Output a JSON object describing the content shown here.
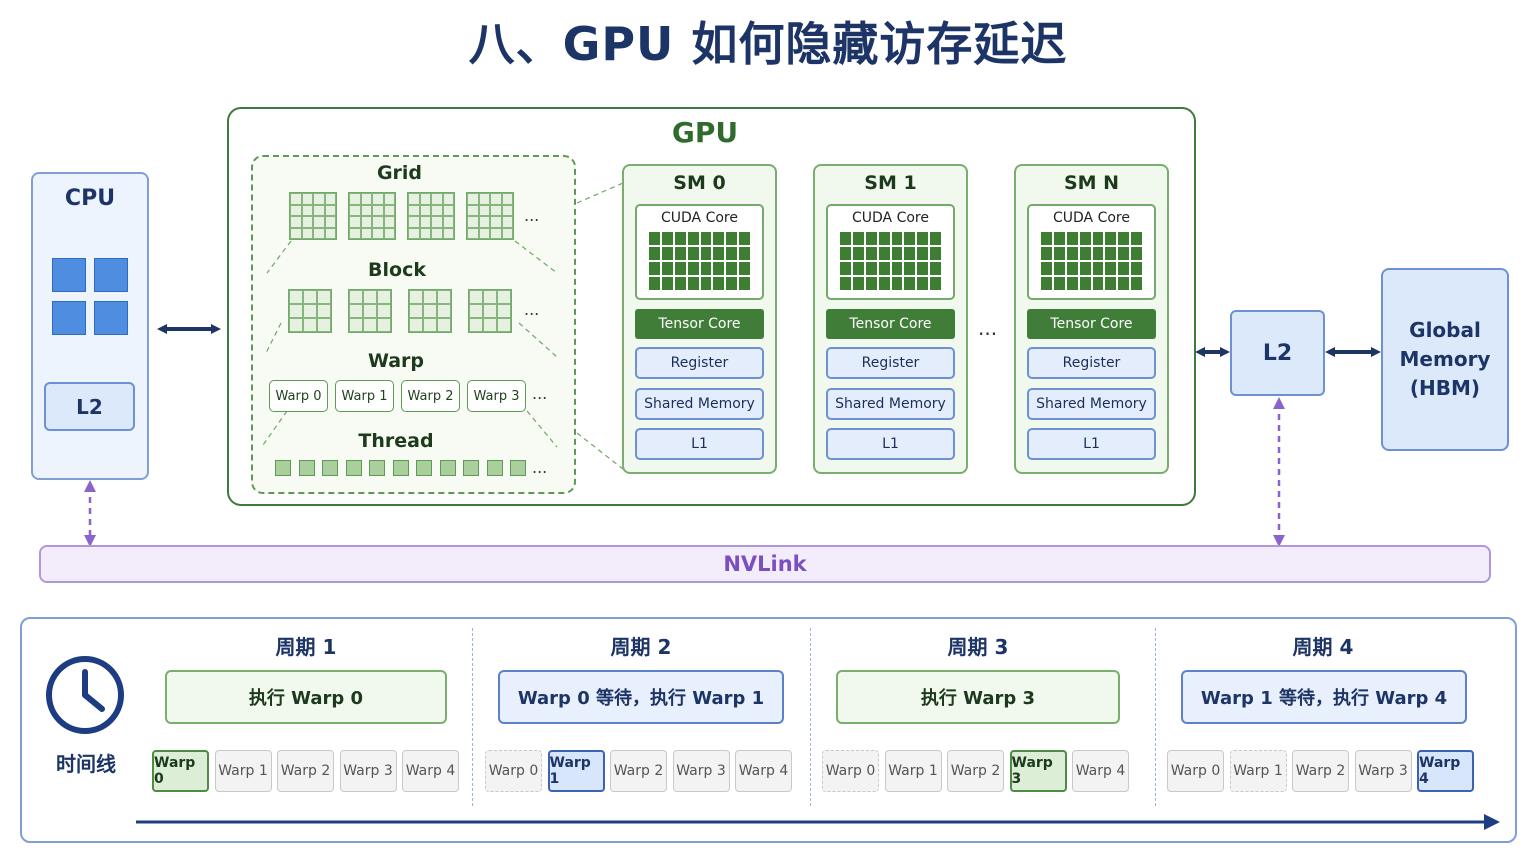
{
  "title": "八、GPU 如何隐藏访存延迟",
  "colors": {
    "green": "#3f7a3a",
    "blue": "#6d91d3",
    "purple": "#7a4fc0",
    "navy": "#1d3466"
  },
  "cpu": {
    "label": "CPU",
    "l2": "L2"
  },
  "gpu": {
    "label": "GPU",
    "hierarchy": {
      "grid": "Grid",
      "block": "Block",
      "warp": "Warp",
      "warps": [
        "Warp 0",
        "Warp 1",
        "Warp 2",
        "Warp 3"
      ],
      "thread": "Thread",
      "ellipsis": "..."
    },
    "sms": [
      {
        "title": "SM 0",
        "cuda": "CUDA Core",
        "tensor": "Tensor Core",
        "register": "Register",
        "shared": "Shared Memory",
        "l1": "L1"
      },
      {
        "title": "SM 1",
        "cuda": "CUDA Core",
        "tensor": "Tensor Core",
        "register": "Register",
        "shared": "Shared Memory",
        "l1": "L1"
      },
      {
        "title": "SM N",
        "cuda": "CUDA Core",
        "tensor": "Tensor Core",
        "register": "Register",
        "shared": "Shared Memory",
        "l1": "L1"
      }
    ],
    "sm_ellipsis": "..."
  },
  "l2": "L2",
  "global_memory": {
    "line1": "Global",
    "line2": "Memory",
    "line3": "(HBM)"
  },
  "nvlink": "NVLink",
  "timeline": {
    "label": "时间线",
    "periods": [
      {
        "title": "周期 1",
        "action": "执行 Warp 0",
        "style": "green",
        "warps": [
          {
            "label": "Warp 0",
            "state": "active-green"
          },
          {
            "label": "Warp 1",
            "state": "idle"
          },
          {
            "label": "Warp 2",
            "state": "idle"
          },
          {
            "label": "Warp 3",
            "state": "idle"
          },
          {
            "label": "Warp 4",
            "state": "idle"
          }
        ]
      },
      {
        "title": "周期 2",
        "action": "Warp 0 等待，执行 Warp 1",
        "style": "blue",
        "warps": [
          {
            "label": "Warp 0",
            "state": "waiting"
          },
          {
            "label": "Warp 1",
            "state": "active-blue"
          },
          {
            "label": "Warp 2",
            "state": "idle"
          },
          {
            "label": "Warp 3",
            "state": "idle"
          },
          {
            "label": "Warp 4",
            "state": "idle"
          }
        ]
      },
      {
        "title": "周期 3",
        "action": "执行 Warp 3",
        "style": "green",
        "warps": [
          {
            "label": "Warp 0",
            "state": "waiting"
          },
          {
            "label": "Warp 1",
            "state": "idle"
          },
          {
            "label": "Warp 2",
            "state": "idle"
          },
          {
            "label": "Warp 3",
            "state": "active-green"
          },
          {
            "label": "Warp 4",
            "state": "idle"
          }
        ]
      },
      {
        "title": "周期 4",
        "action": "Warp 1 等待，执行 Warp 4",
        "style": "blue",
        "warps": [
          {
            "label": "Warp 0",
            "state": "idle"
          },
          {
            "label": "Warp 1",
            "state": "waiting"
          },
          {
            "label": "Warp 2",
            "state": "idle"
          },
          {
            "label": "Warp 3",
            "state": "idle"
          },
          {
            "label": "Warp 4",
            "state": "active-blue"
          }
        ]
      }
    ]
  }
}
